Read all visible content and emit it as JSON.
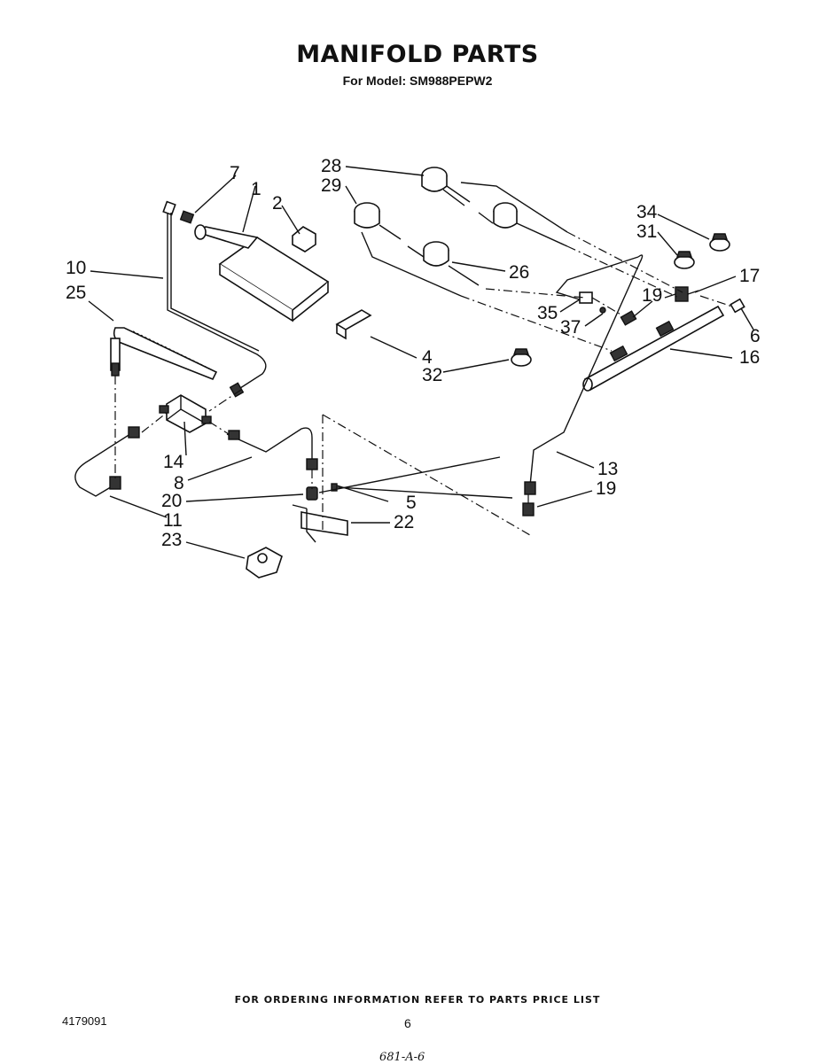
{
  "header": {
    "title": "MANIFOLD PARTS",
    "subtitle": "For Model: SM988PEPW2"
  },
  "callouts": {
    "c1": "1",
    "c2": "2",
    "c4": "4",
    "c5": "5",
    "c6": "6",
    "c7": "7",
    "c8": "8",
    "c10": "10",
    "c11": "11",
    "c13": "13",
    "c14": "14",
    "c16": "16",
    "c17": "17",
    "c19a": "19",
    "c19b": "19",
    "c20": "20",
    "c22": "22",
    "c23": "23",
    "c25": "25",
    "c26": "26",
    "c28": "28",
    "c29": "29",
    "c31": "31",
    "c32": "32",
    "c34": "34",
    "c35": "35",
    "c37": "37"
  },
  "footer": {
    "note": "FOR ORDERING INFORMATION REFER TO PARTS PRICE LIST",
    "doc_number": "4179091",
    "page_number": "6",
    "handwritten": "681-A-6"
  }
}
